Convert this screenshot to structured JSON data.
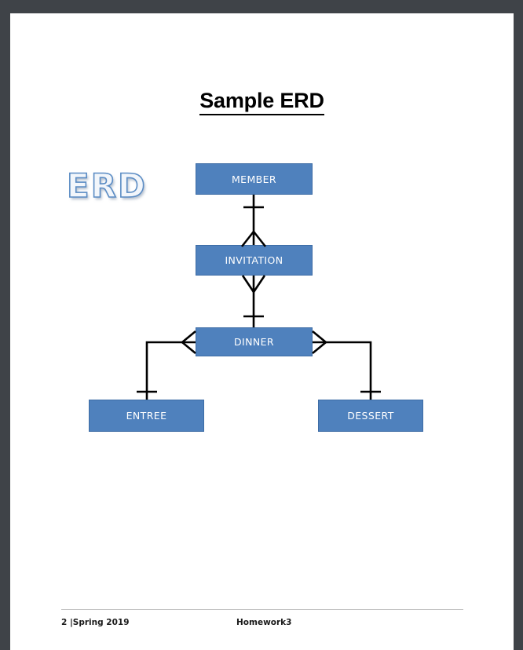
{
  "document": {
    "title": "Sample ERD",
    "watermark_label": "ERD"
  },
  "diagram": {
    "type": "erd",
    "notation": "crows-foot",
    "entity_fill_color": "#4F81BD",
    "entity_border_color": "#3D6CA5",
    "entity_text_color": "#FFFFFF",
    "connector_color": "#000000",
    "entities": [
      {
        "id": "member",
        "label": "MEMBER"
      },
      {
        "id": "invitation",
        "label": "INVITATION"
      },
      {
        "id": "dinner",
        "label": "DINNER"
      },
      {
        "id": "entree",
        "label": "ENTREE"
      },
      {
        "id": "dessert",
        "label": "DESSERT"
      }
    ],
    "relationships": [
      {
        "from": "member",
        "to": "invitation",
        "from_cardinality": "one",
        "to_cardinality": "many"
      },
      {
        "from": "invitation",
        "to": "dinner",
        "from_cardinality": "many",
        "to_cardinality": "one"
      },
      {
        "from": "dinner",
        "to": "entree",
        "from_cardinality": "many",
        "to_cardinality": "one"
      },
      {
        "from": "dinner",
        "to": "dessert",
        "from_cardinality": "many",
        "to_cardinality": "one"
      }
    ]
  },
  "footer": {
    "left": "2 |Spring 2019",
    "center": "Homework3"
  }
}
